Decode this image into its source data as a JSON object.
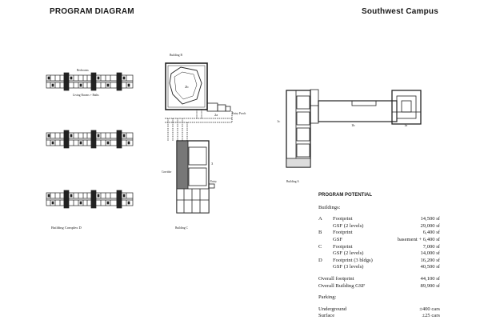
{
  "header": {
    "title": "PROGRAM DIAGRAM",
    "campus": "Southwest Campus"
  },
  "labels": {
    "bedrooms": "Bedrooms",
    "living": "Living Rooms + Baths",
    "complex_d": "Building Complex D",
    "building_b": "Building B",
    "building_c": "Building C",
    "building_a": "Building A",
    "b_2b": "2b",
    "b_2a": "2a",
    "entry_porch": "Entry Porch",
    "c_3": "3",
    "c_corridor": "Corridor",
    "c_entry": "Entry",
    "a_1a": "1a",
    "a_1b": "1b",
    "a_1c": "1c"
  },
  "program": {
    "heading": "PROGRAM POTENTIAL",
    "buildings_label": "Buildings:",
    "rows": [
      {
        "letter": "A",
        "label": "Footprint",
        "value": "14,500 sf"
      },
      {
        "letter": "",
        "label": "GSF (2 levels)",
        "value": "29,000 sf"
      },
      {
        "letter": "B",
        "label": "Footprint",
        "value": "6,400 sf"
      },
      {
        "letter": "",
        "label": "GSF",
        "value": "basement + 6,400 sf"
      },
      {
        "letter": "C",
        "label": "Footprint",
        "value": "7,000 sf"
      },
      {
        "letter": "",
        "label": "GSF (2 levels)",
        "value": "14,000 sf"
      },
      {
        "letter": "D",
        "label": "Footprint (3 bldgs)",
        "value": "16,200 sf"
      },
      {
        "letter": "",
        "label": "GSF (3 levels)",
        "value": "40,500 sf"
      }
    ],
    "overall": [
      {
        "label": "Overall footprint",
        "value": "44,100 sf"
      },
      {
        "label": "Overall Building GSF",
        "value": "89,900 sf"
      }
    ],
    "parking_label": "Parking:",
    "parking": [
      {
        "label": "Underground",
        "value": "±400 cars"
      },
      {
        "label": "Surface",
        "value": "±25 cars"
      }
    ]
  }
}
